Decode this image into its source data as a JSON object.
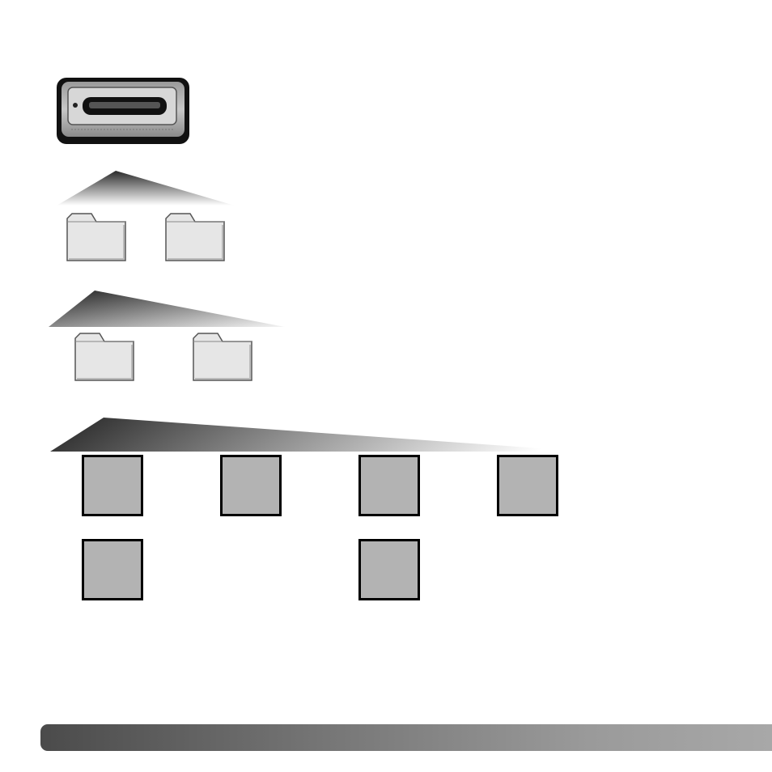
{
  "diagram": {
    "root": {
      "icon": "drive-icon"
    },
    "level1": {
      "icon": "folder-icon",
      "count": 2
    },
    "level2": {
      "icon": "folder-icon",
      "count": 2
    },
    "level3": {
      "icon": "image-thumbnail",
      "count": 6
    }
  },
  "colors": {
    "fan_dark": "#2a2a2a",
    "fan_light": "#ffffff",
    "thumbnail_fill": "#b3b3b3",
    "thumbnail_border": "#000000",
    "folder_fill": "#e6e6e6",
    "bar_dark": "#4b4b4b",
    "bar_light": "#a8a8a8"
  }
}
